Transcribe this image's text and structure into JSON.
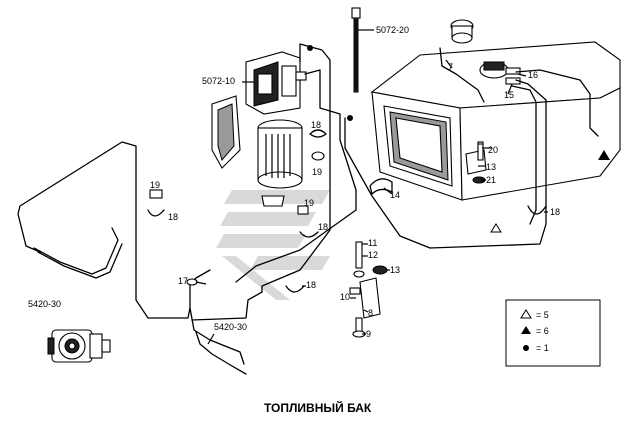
{
  "title": "ТОПЛИВНЫЙ БАК",
  "labels": {
    "p5072_20": "5072-20",
    "p5072_10": "5072-10",
    "p5420_30a": "5420-30",
    "p5420_30b": "5420-30",
    "n7": "7",
    "n15": "15",
    "n16": "16",
    "n18a": "18",
    "n19a": "19",
    "n20": "20",
    "n13a": "13",
    "n21": "21",
    "n14": "14",
    "n18b": "18",
    "n19b": "19",
    "n18c": "18",
    "n19c": "19",
    "n18d": "18",
    "n11": "11",
    "n12": "12",
    "n13b": "13",
    "n17": "17",
    "n18e": "18",
    "n10": "10",
    "n8": "8",
    "n9": "9"
  },
  "legend": {
    "items": [
      {
        "symbol": "open-triangle",
        "text": "= 5"
      },
      {
        "symbol": "filled-triangle",
        "text": "= 6"
      },
      {
        "symbol": "filled-dot",
        "text": "= 1"
      }
    ]
  }
}
